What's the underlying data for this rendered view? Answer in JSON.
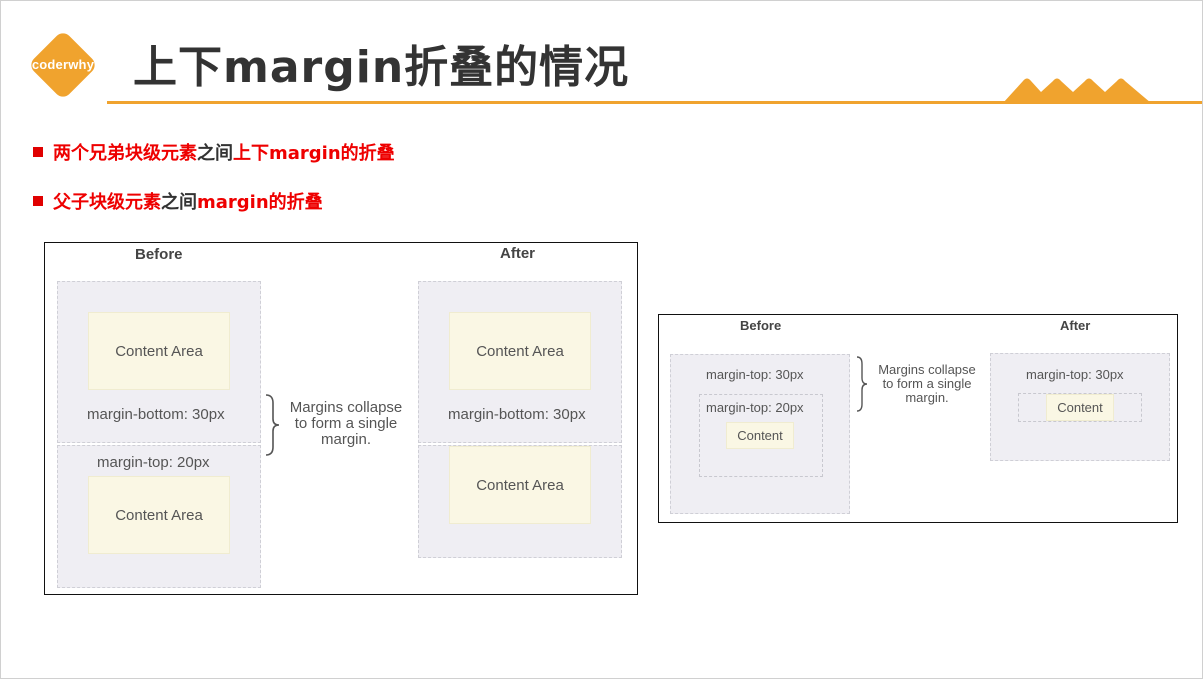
{
  "header": {
    "logo_text": "coderwhy",
    "title": "上下margin折叠的情况"
  },
  "bullets": [
    {
      "segments": [
        {
          "text": "两个兄弟块级元素",
          "color": "red"
        },
        {
          "text": "之间",
          "color": "gray"
        },
        {
          "text": "上下margin",
          "color": "red"
        },
        {
          "text": "的折叠",
          "color": "red"
        }
      ]
    },
    {
      "segments": [
        {
          "text": "父子块级元素",
          "color": "red"
        },
        {
          "text": "之间",
          "color": "gray"
        },
        {
          "text": "margin",
          "color": "red"
        },
        {
          "text": "的折叠",
          "color": "red"
        }
      ]
    }
  ],
  "diagram1": {
    "before": "Before",
    "after": "After",
    "content": "Content Area",
    "margin_bottom": "margin-bottom: 30px",
    "margin_top": "margin-top: 20px",
    "note": [
      "Margins collapse",
      "to form a single",
      "margin."
    ]
  },
  "diagram2": {
    "before": "Before",
    "after": "After",
    "margin_top_outer": "margin-top: 30px",
    "margin_top_inner": "margin-top: 20px",
    "content": "Content",
    "note": [
      "Margins collapse",
      "to form a single",
      "margin."
    ]
  },
  "colors": {
    "accent": "#f0a32e",
    "bullet_red": "#ee0000",
    "text_gray": "#333333",
    "box_gray": "#efeef3",
    "box_cream": "#faf7e4"
  }
}
